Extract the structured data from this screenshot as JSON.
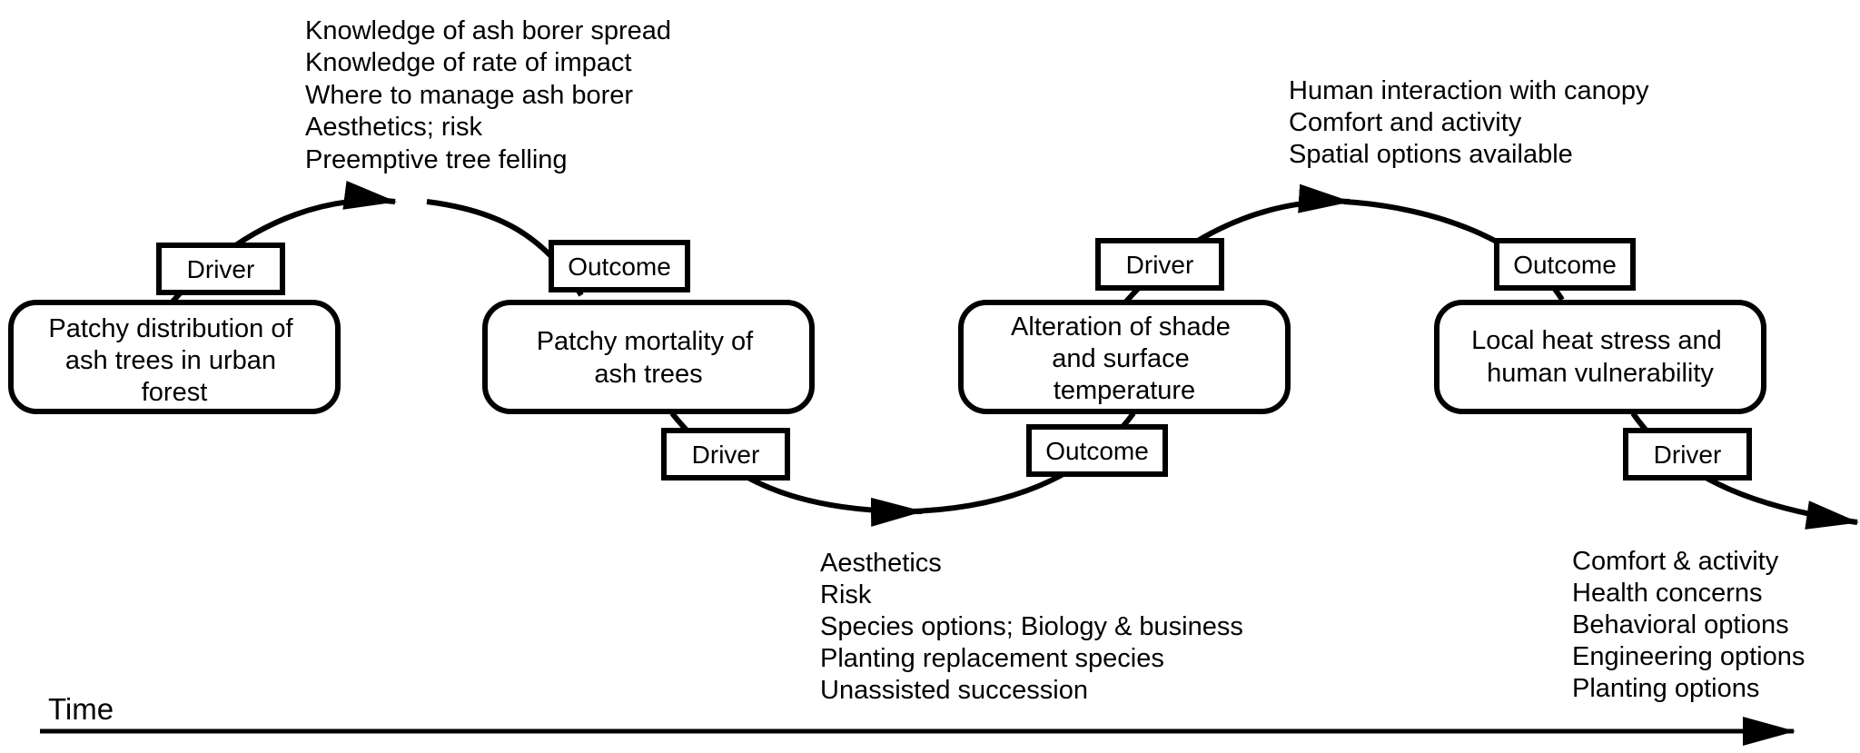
{
  "nodes": [
    {
      "lines": [
        "Patchy distribution of",
        "ash trees in urban",
        "forest"
      ]
    },
    {
      "lines": [
        "Patchy mortality of",
        "ash trees"
      ]
    },
    {
      "lines": [
        "Alteration of shade",
        "and surface",
        "temperature"
      ]
    },
    {
      "lines": [
        "Local heat stress and",
        "human vulnerability"
      ]
    }
  ],
  "tags": [
    "Driver",
    "Outcome",
    "Driver",
    "Outcome",
    "Driver",
    "Outcome",
    "Driver"
  ],
  "notes": [
    {
      "lines": [
        "Knowledge of ash borer spread",
        "Knowledge of rate of impact",
        "Where to manage ash borer",
        "Aesthetics; risk",
        "Preemptive tree felling"
      ]
    },
    {
      "lines": [
        "Aesthetics",
        "Risk",
        "Species options; Biology & business",
        "Planting replacement species",
        "Unassisted succession"
      ]
    },
    {
      "lines": [
        "Human interaction with canopy",
        "Comfort and activity",
        "Spatial options available"
      ]
    },
    {
      "lines": [
        "Comfort & activity",
        "Health concerns",
        "Behavioral options",
        "Engineering options",
        "Planting options"
      ]
    }
  ],
  "timeline": {
    "label": "Time"
  }
}
